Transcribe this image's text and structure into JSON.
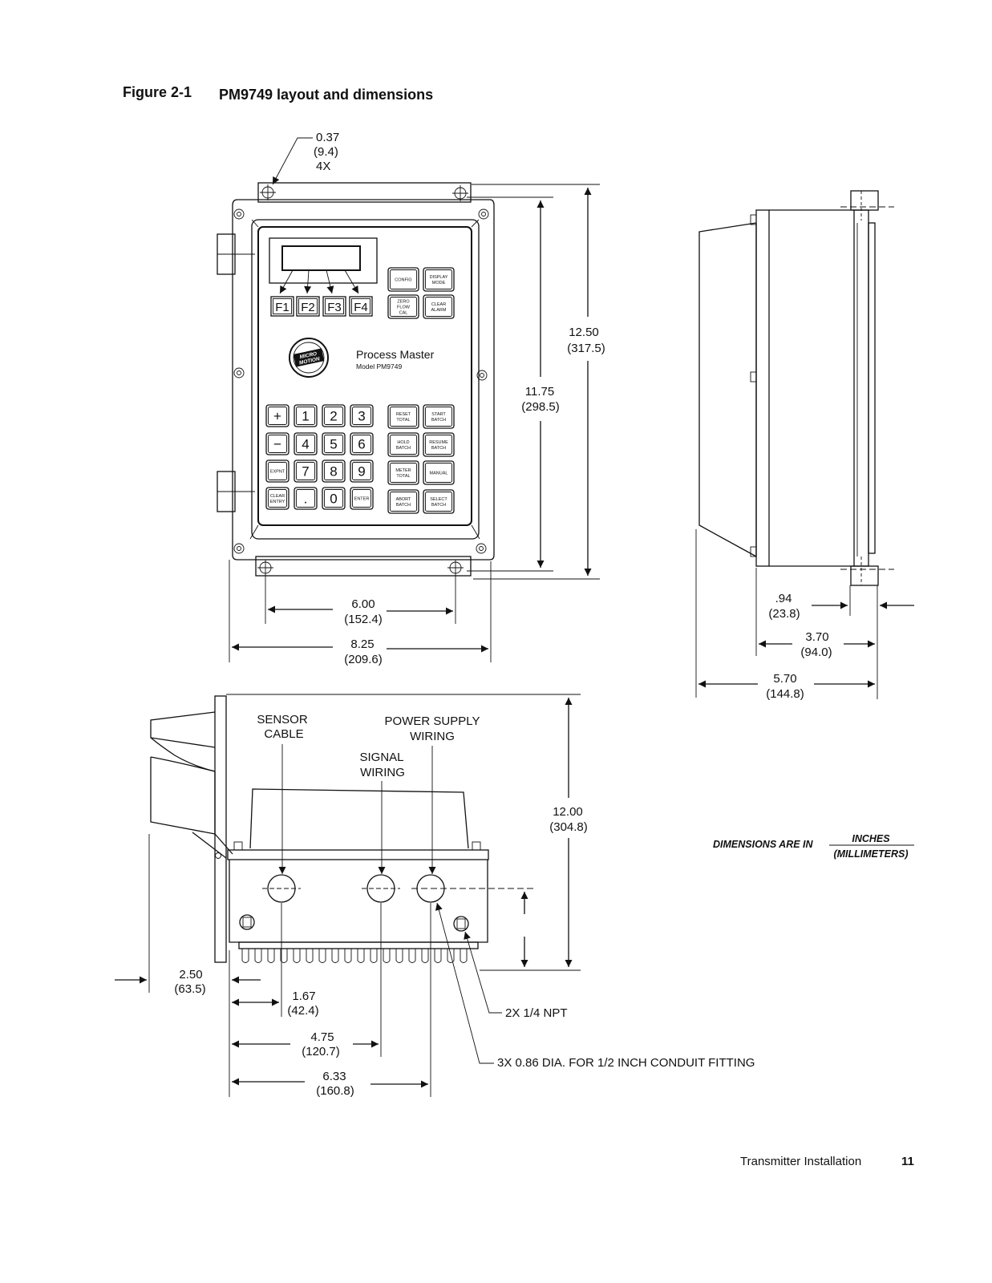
{
  "figure": {
    "number": "Figure 2-1",
    "title": "PM9749 layout and dimensions"
  },
  "front_view": {
    "hole_dim": {
      "value": "0.37",
      "metric": "(9.4)",
      "qty": "4X"
    },
    "dims": {
      "overall_height": {
        "value": "12.50",
        "metric": "(317.5)"
      },
      "hole_height": {
        "value": "11.75",
        "metric": "(298.5)"
      },
      "hole_width": {
        "value": "6.00",
        "metric": "(152.4)"
      },
      "overall_width": {
        "value": "8.25",
        "metric": "(209.6)"
      }
    },
    "panel": {
      "function_keys": [
        "F1",
        "F2",
        "F3",
        "F4"
      ],
      "top_buttons": [
        [
          "CONFIG"
        ],
        [
          "DISPLAY",
          "MODE"
        ],
        [
          "ZERO",
          "FLOW",
          "CAL"
        ],
        [
          "CLEAR",
          "ALARM"
        ]
      ],
      "logo_lines": [
        "MICRO",
        "MOTION"
      ],
      "brand": "Process Master",
      "model": "Model PM9749",
      "keypad_rows": [
        [
          "+",
          "1",
          "2",
          "3"
        ],
        [
          "−",
          "4",
          "5",
          "6"
        ],
        [
          "EXPNT",
          "7",
          "8",
          "9"
        ],
        [
          "CLEAR ENTRY",
          ".",
          "0",
          "ENTER"
        ]
      ],
      "batch_buttons": [
        [
          "RESET",
          "TOTAL"
        ],
        [
          "START",
          "BATCH"
        ],
        [
          "HOLD",
          "BATCH"
        ],
        [
          "RESUME",
          "BATCH"
        ],
        [
          "METER",
          "TOTAL"
        ],
        [
          "MANUAL"
        ],
        [
          "ABORT",
          "BATCH"
        ],
        [
          "SELECT",
          "BATCH"
        ]
      ]
    }
  },
  "side_view": {
    "dims": {
      "flange": {
        "value": ".94",
        "metric": "(23.8)"
      },
      "depth": {
        "value": "3.70",
        "metric": "(94.0)"
      },
      "overall_depth": {
        "value": "5.70",
        "metric": "(144.8)"
      }
    }
  },
  "bottom_view": {
    "labels": {
      "sensor_cable": [
        "SENSOR",
        "CABLE"
      ],
      "power_supply": [
        "POWER SUPPLY",
        "WIRING"
      ],
      "signal_wiring": [
        "SIGNAL",
        "WIRING"
      ]
    },
    "dims": {
      "height": {
        "value": "12.00",
        "metric": "(304.8)"
      },
      "offset_left": {
        "value": "2.50",
        "metric": "(63.5)"
      },
      "hole1": {
        "value": "1.67",
        "metric": "(42.4)"
      },
      "hole2": {
        "value": "4.75",
        "metric": "(120.7)"
      },
      "hole3": {
        "value": "6.33",
        "metric": "(160.8)"
      }
    },
    "callouts": {
      "npt": "2X 1/4 NPT",
      "conduit": "3X 0.86 DIA. FOR 1/2 INCH CONDUIT FITTING"
    }
  },
  "units_note": {
    "prefix": "DIMENSIONS ARE IN",
    "numerator": "INCHES",
    "denominator": "(MILLIMETERS)"
  },
  "footer": {
    "section": "Transmitter Installation",
    "page": "11"
  }
}
